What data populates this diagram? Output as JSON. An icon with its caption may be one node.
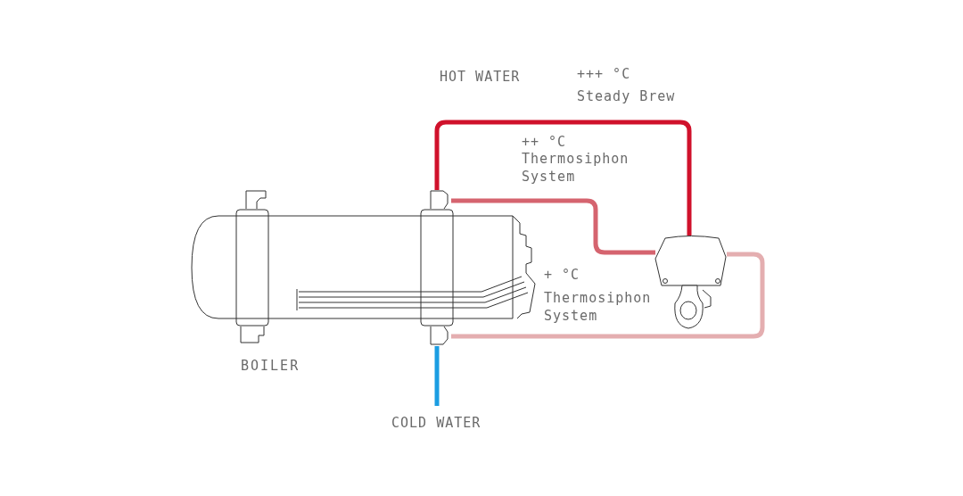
{
  "diagram": {
    "nodes": [
      {
        "text": [],
        "shape": "picture",
        "beside": [
          "BOILER"
        ]
      },
      {
        "text": [],
        "shape": "picture"
      }
    ],
    "edges": [
      {
        "from": 0,
        "to": 1,
        "arrow": "none",
        "color": "#d0112b"
      },
      {
        "from": 0,
        "to": 1,
        "arrow": "none",
        "color": "#d5646f"
      },
      {
        "from": 0,
        "to": 1,
        "arrow": "none",
        "color": "#e4aeb0"
      },
      {
        "from": null,
        "to": 0,
        "arrow": "none",
        "color": "#1b9de2"
      }
    ],
    "labels": [
      "HOT WATER",
      "+++ °C",
      "Steady Brew",
      "++ °C",
      "Thermosiphon System",
      "+ °C",
      "Thermosiphon System",
      "COLD WATER"
    ]
  }
}
